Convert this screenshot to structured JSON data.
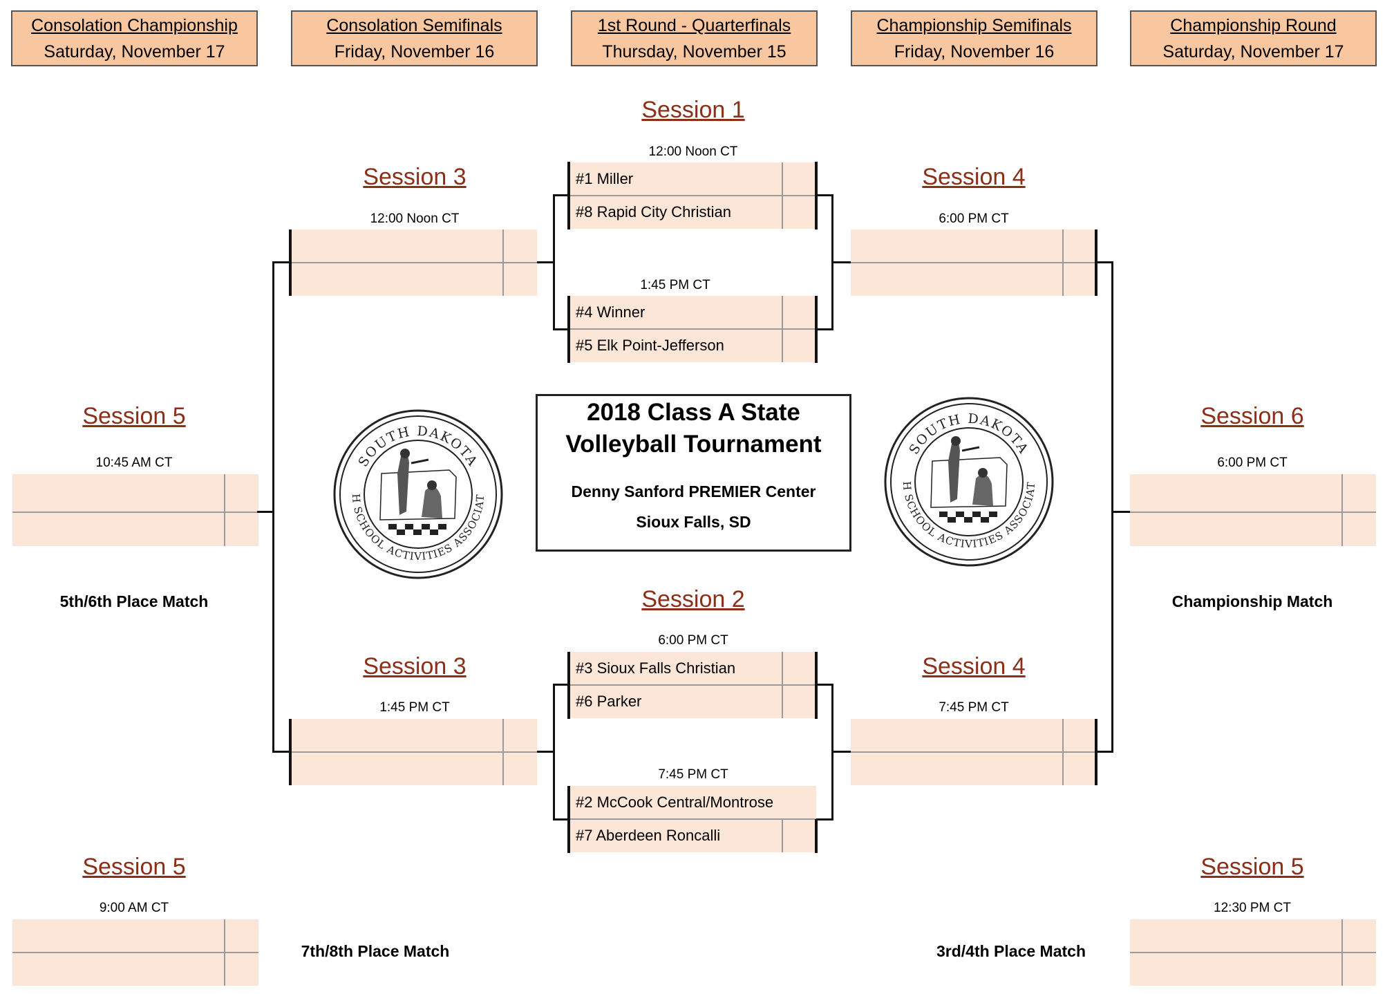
{
  "headers": [
    {
      "title": "Consolation Championship",
      "date": "Saturday, November 17"
    },
    {
      "title": "Consolation Semifinals",
      "date": "Friday, November 16"
    },
    {
      "title": "1st Round - Quarterfinals",
      "date": "Thursday, November 15"
    },
    {
      "title": "Championship Semifinals",
      "date": "Friday, November 16"
    },
    {
      "title": "Championship Round",
      "date": "Saturday, November 17"
    }
  ],
  "sessions": {
    "s1": "Session 1",
    "s2": "Session 2",
    "s3a": "Session 3",
    "s3b": "Session 3",
    "s4a": "Session 4",
    "s4b": "Session 4",
    "s5a": "Session 5",
    "s5b": "Session 5",
    "s5c": "Session 5",
    "s6": "Session 6"
  },
  "times": {
    "q1": "12:00 Noon CT",
    "q2": "1:45 PM CT",
    "q3": "6:00 PM CT",
    "q4": "7:45 PM CT",
    "cs1": "12:00 Noon CT",
    "cs2": "1:45 PM CT",
    "sf1": "6:00 PM CT",
    "sf2": "7:45 PM CT",
    "p56": "10:45 AM CT",
    "p78": "9:00 AM CT",
    "champ": "6:00 PM CT",
    "p34": "12:30 PM CT"
  },
  "teams": {
    "q1a": "#1 Miller",
    "q1b": "#8 Rapid City Christian",
    "q2a": "#4 Winner",
    "q2b": "#5 Elk Point-Jefferson",
    "q3a": "#3 Sioux Falls Christian",
    "q3b": "#6 Parker",
    "q4a": "#2 McCook Central/Montrose",
    "q4b": "#7 Aberdeen Roncalli"
  },
  "labels": {
    "p56": "5th/6th Place Match",
    "champ": "Championship Match",
    "p78": "7th/8th Place Match",
    "p34": "3rd/4th Place Match"
  },
  "title": {
    "line1": "2018 Class A State",
    "line2": "Volleyball Tournament",
    "venue": "Denny Sanford PREMIER Center",
    "city": "Sioux Falls, SD"
  },
  "logo": {
    "ring_top": "SOUTH DAKOTA",
    "ring_bottom": "HIGH SCHOOL ACTIVITIES ASSOCIATION"
  },
  "colors": {
    "header_fill": "#f9c79f",
    "slot_fill": "#fbe6d8",
    "session_text": "#8b2f19"
  }
}
